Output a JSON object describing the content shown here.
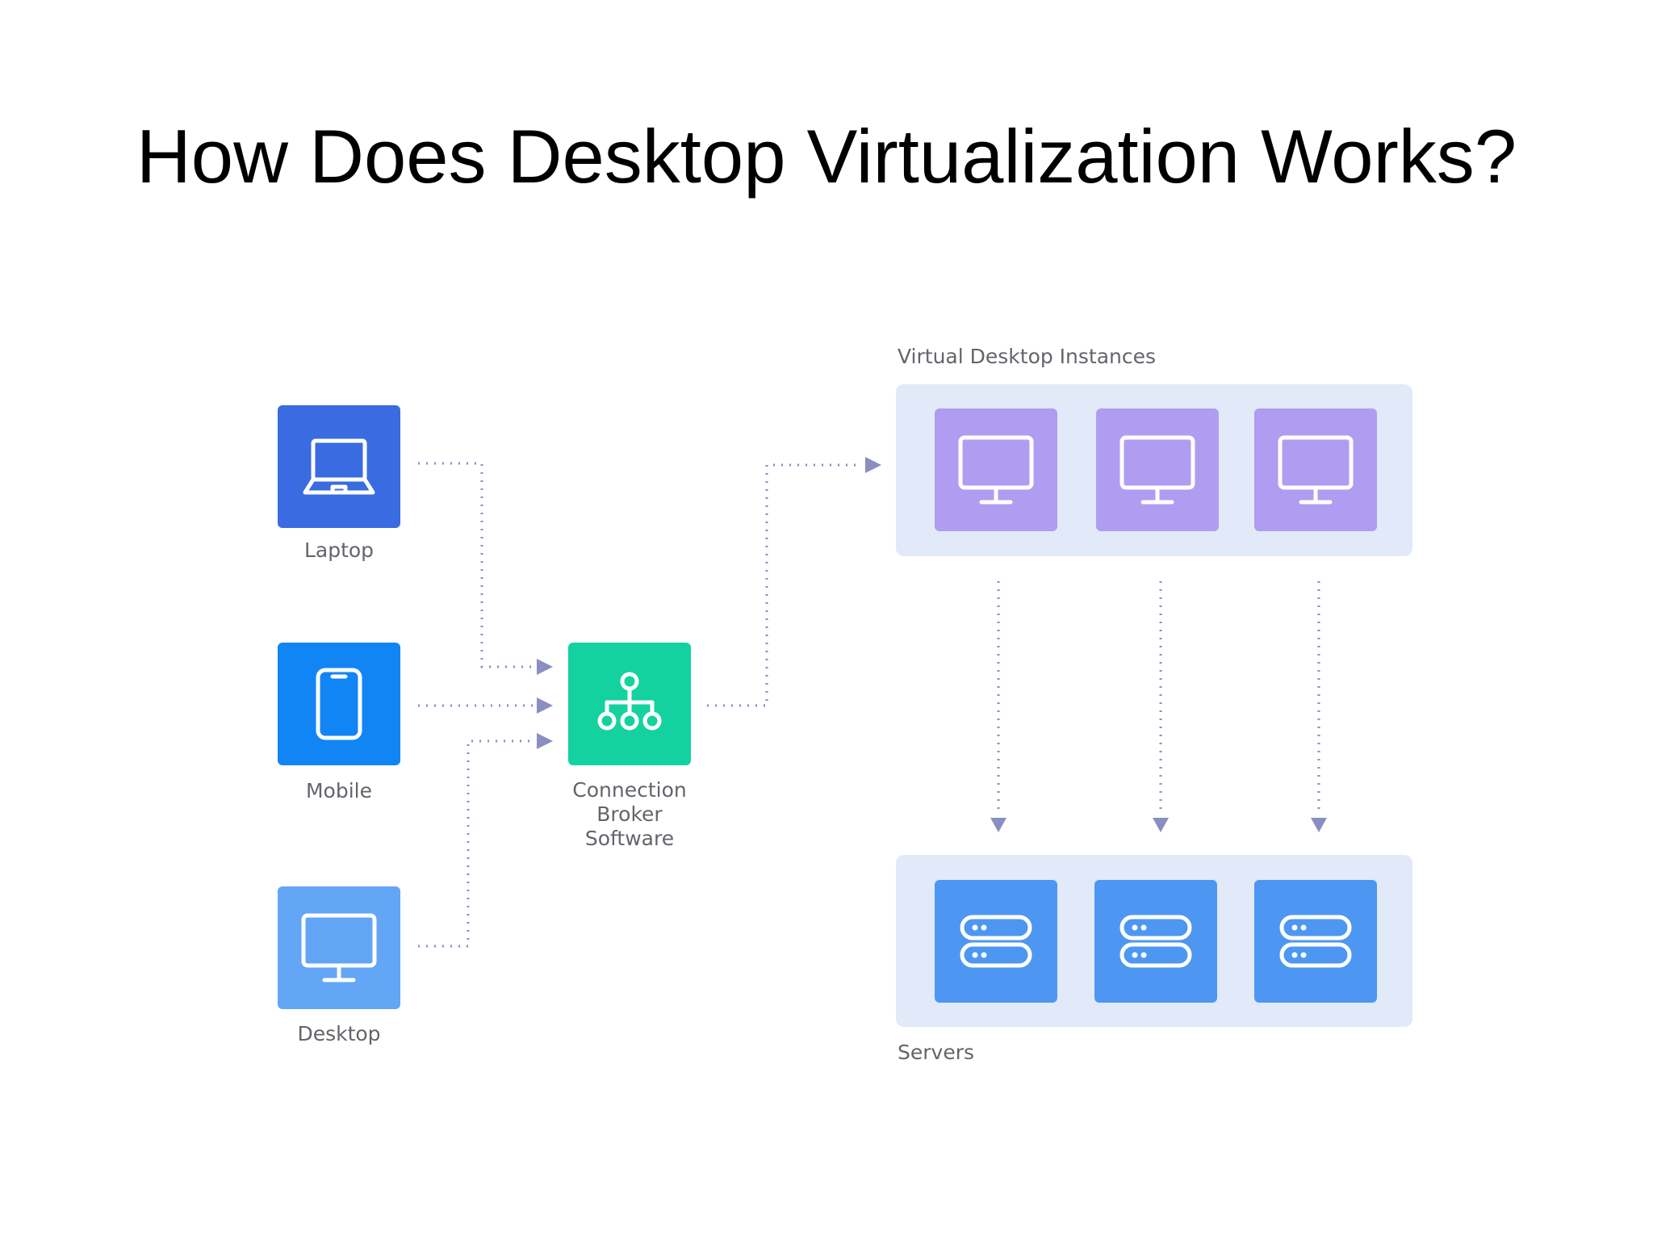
{
  "title": "How Does Desktop Virtualization Works?",
  "devices": [
    {
      "label": "Laptop",
      "icon": "laptop-icon",
      "color": "#3a6be0"
    },
    {
      "label": "Mobile",
      "icon": "mobile-icon",
      "color": "#1285f5"
    },
    {
      "label": "Desktop",
      "icon": "desktop-icon",
      "color": "#63a6f6"
    }
  ],
  "broker": {
    "label_lines": [
      "Connection",
      "Broker",
      "Software"
    ],
    "icon": "hierarchy-icon",
    "color": "#14d2a0"
  },
  "virtual_desktops": {
    "label": "Virtual Desktop Instances",
    "tile_color": "#b09cf0",
    "icon": "monitor-icon",
    "count": 3
  },
  "servers": {
    "label": "Servers",
    "tile_color": "#4d97f2",
    "icon": "server-icon",
    "count": 3
  },
  "colors": {
    "connector": "#8a8ec0",
    "group_bg": "#e2e9f8"
  }
}
